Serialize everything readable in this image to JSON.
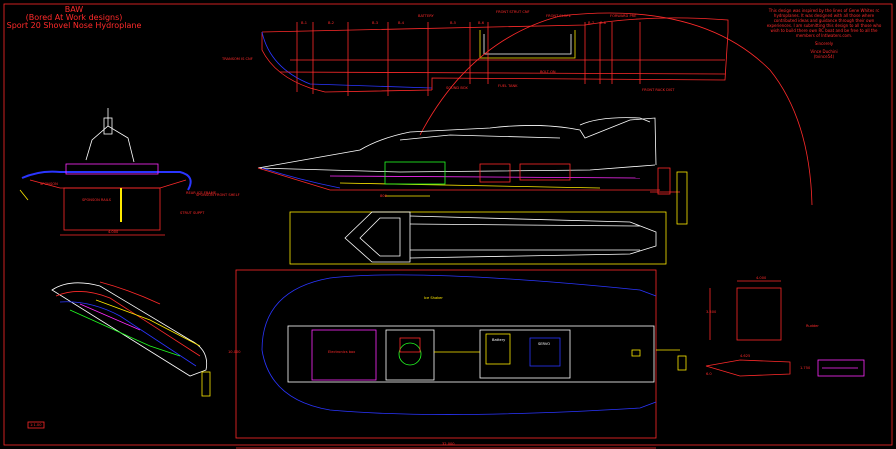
{
  "title": {
    "line1": "BAW",
    "line2": "(Bored At Work designs)",
    "line3": "Sport 20 Shovel Nose Hydroplane"
  },
  "notes": {
    "text": "This design was inspired by the lines of Gene Whites rc hydroplanes. It was designed with all those where contributed ideas and guidance through their own experiences. I am submitting this design to all those who wish to build there own RC boat and be free to all the members of Intlwaters.com.",
    "signoff": "Sincerely",
    "author": "Vince Duchini",
    "handle": "(tvince54)"
  },
  "labels": {
    "tr_fp": "FORWARD PRE",
    "tr_fsc": "FRONT STRUT CNF",
    "tr_batt": "BATTERY",
    "rear_ice": "REAR ICE FRAME",
    "mid1": "BOLT ON",
    "mid2": "SOUND BOX",
    "fuel": "FUEL TANK",
    "rudder": "FRONT RACK DIST",
    "left_top": "TRANSOM IS CNF",
    "front_bulk": "FRONT SLOPE",
    "station_1": "B-1",
    "station_2": "B-2",
    "station_3": "B-3",
    "station_4": "B-4",
    "station_5": "B-5",
    "station_6": "B-6",
    "station_7": "B-7",
    "station_8": "B-8",
    "sec_l1": "SPONSON RAILS",
    "sec_l2": "SPONSON",
    "sec_r1": "SPONSON FRONT SHELF",
    "sec_r2": "STRUT SUPPT",
    "dim_sec": "4.000",
    "dim_side": "800",
    "dim_plan_w": "32.000",
    "dim_plan_h": "10.000",
    "plan_deck": "Ice Shaker",
    "plan_battery": "Electronics box",
    "plan_batt2": "Battery",
    "plan_servo": "SERVO",
    "dim_box_w": "4.000",
    "dim_box_h": "3.500",
    "box_label": "Rudder",
    "dim_strut": "4.625",
    "dim_strut2": "1.750",
    "dim_strut3": "6.0",
    "scale": "1:1.00"
  },
  "colors": {
    "red": "#ff2a2a",
    "white": "#ffffff",
    "blue": "#2a35ff",
    "yellow": "#ffea00",
    "magenta": "#ff2bff",
    "green": "#22ff22",
    "cyan": "#22ffff"
  }
}
